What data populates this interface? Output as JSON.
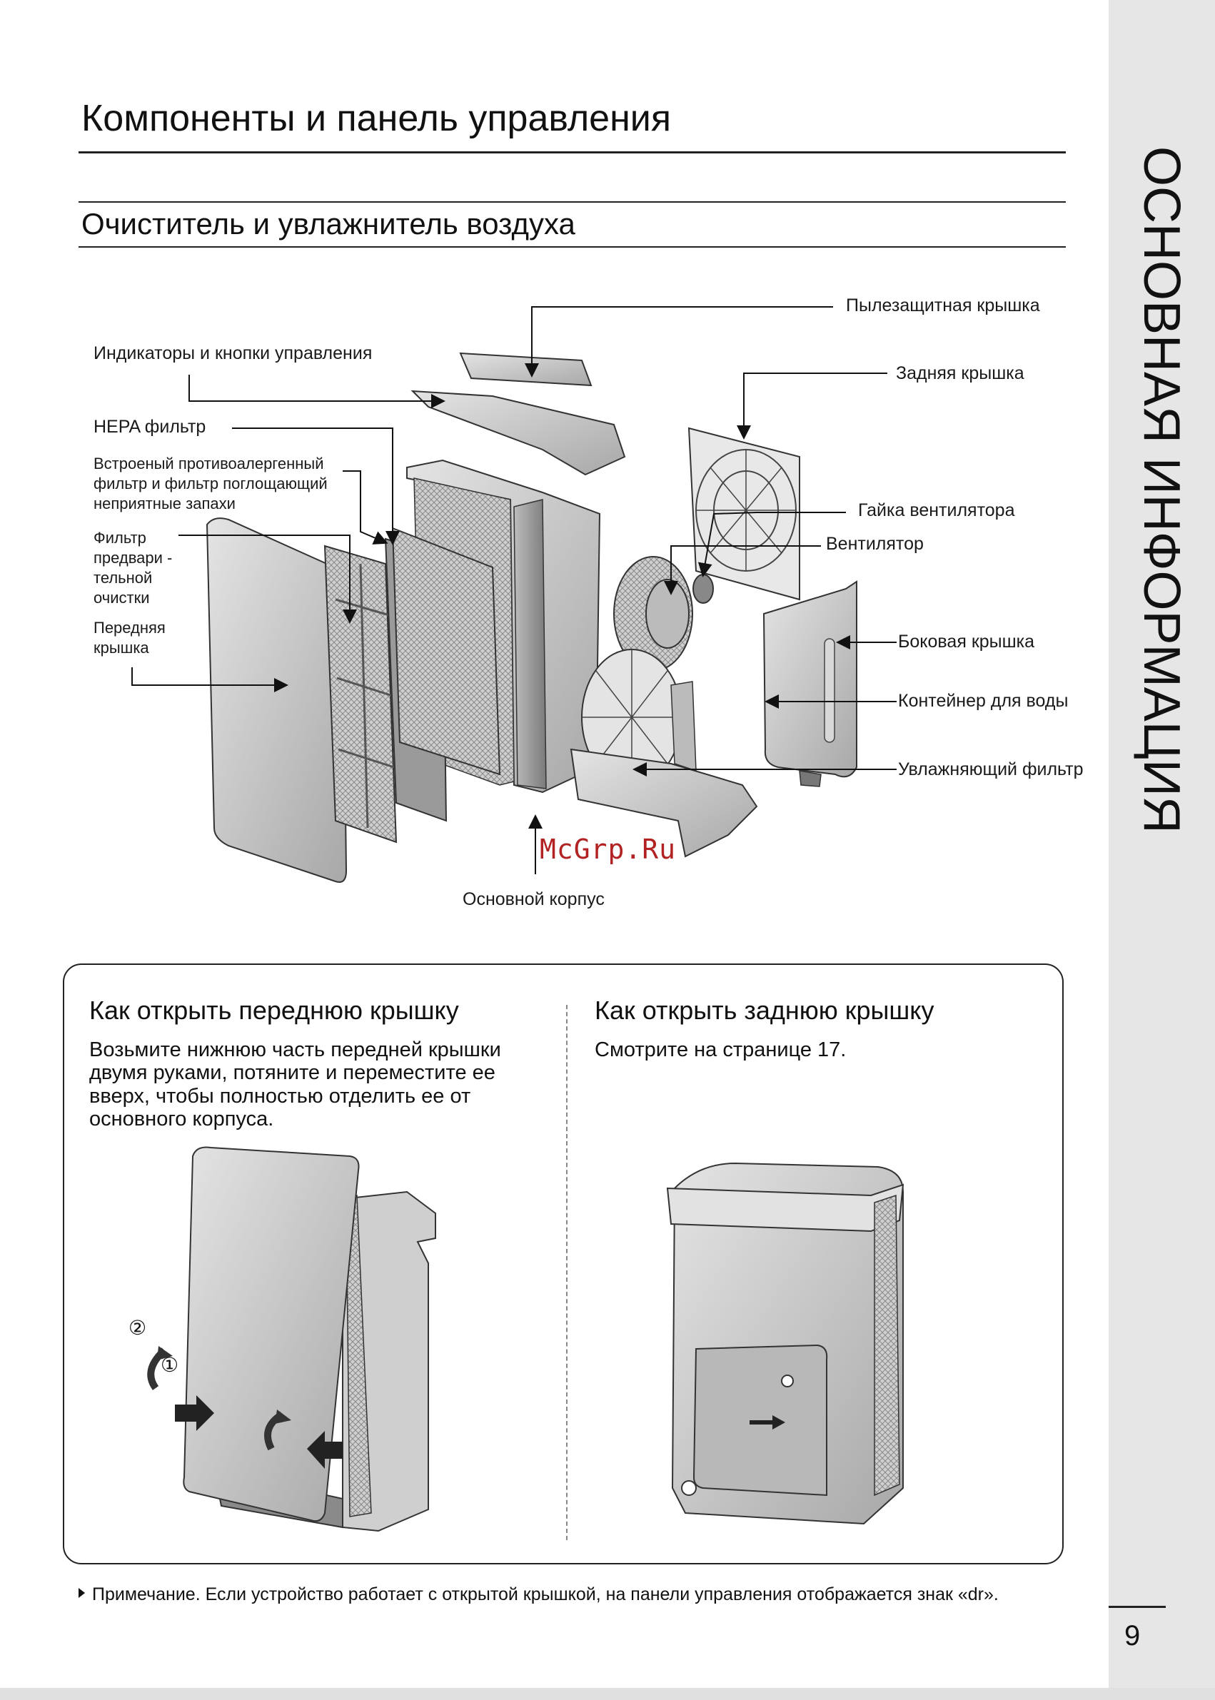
{
  "page": {
    "title": "Компоненты и панель управления",
    "subtitle": "Очиститель и увлажнитель воздуха",
    "side_title": "ОСНОВНАЯ ИНФОРМАЦИЯ",
    "page_number": "9",
    "watermark": "McGrp.Ru"
  },
  "labels": {
    "dust_cover": "Пылезащитная крышка",
    "indicators": "Индикаторы и кнопки управления",
    "back_cover": "Задняя крышка",
    "hepa": "HEPA фильтр",
    "builtin_filter": "Встроеный противоалергенный\nфильтр и фильтр поглощающий\nнеприятные запахи",
    "fan_nut": "Гайка вентилятора",
    "fan": "Вентилятор",
    "pre_filter": "Фильтр\nпредвари -\nтельной\nочистки",
    "front_cover": "Передняя\nкрышка",
    "side_cover": "Боковая крышка",
    "water_tank": "Контейнер для воды",
    "humid_filter": "Увлажняющий фильтр",
    "main_body": "Основной корпус"
  },
  "front_section": {
    "title": "Как открыть переднюю крышку",
    "text": "Возьмите нижнюю часть передней крышки двумя руками, потяните и переместите ее вверх, чтобы полностью отделить ее от основного корпуса.",
    "step1": "①",
    "step2": "②"
  },
  "back_section": {
    "title": "Как открыть заднюю крышку",
    "text": "Смотрите на странице 17."
  },
  "note": "Примечание. Если устройство работает с открытой крышкой, на панели управления отображается знак «dr»."
}
